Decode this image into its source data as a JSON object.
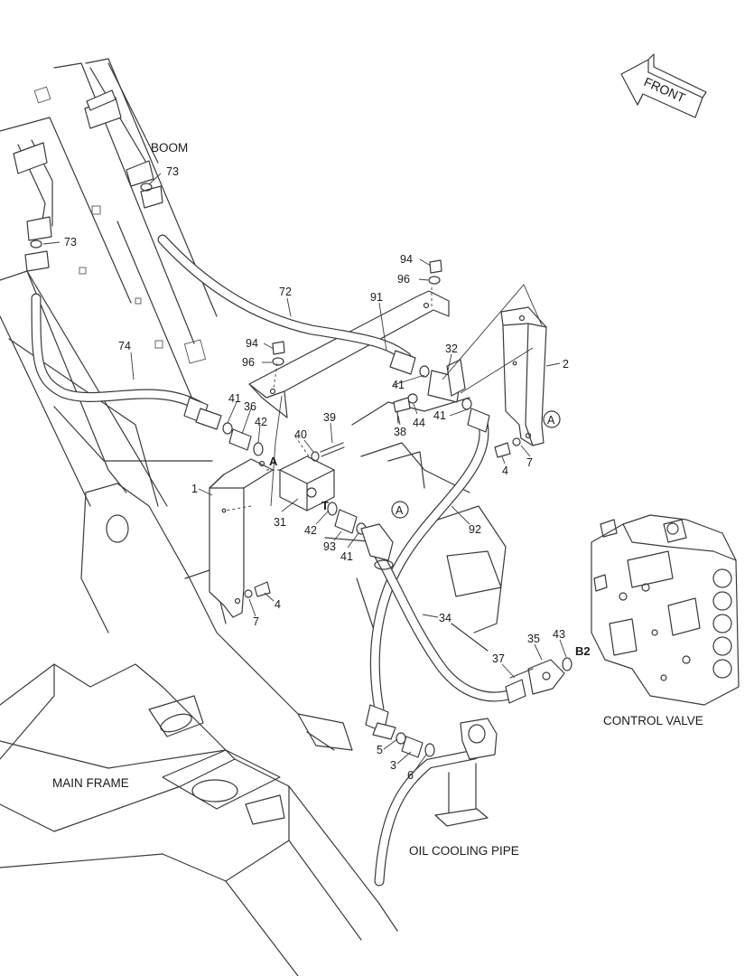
{
  "labels": {
    "boom": "BOOM",
    "main_frame": "MAIN FRAME",
    "control_valve": "CONTROL VALVE",
    "oil_cooling_pipe": "OIL COOLING PIPE",
    "front": "FRONT"
  },
  "port_labels": {
    "a_port": "A",
    "t_port": "T",
    "b2_port": "B2",
    "circle_a": "A"
  },
  "part_numbers": {
    "p73_upper": "73",
    "p73_lower": "73",
    "p74": "74",
    "p72": "72",
    "p91": "91",
    "p94_upper": "94",
    "p96_upper": "96",
    "p94_lower": "94",
    "p96_lower": "96",
    "p32": "32",
    "p41_right": "41",
    "p41_middle": "41",
    "p44": "44",
    "p38": "38",
    "p2": "2",
    "p4_right": "4",
    "p7_right": "7",
    "p41_left": "41",
    "p36": "36",
    "p42_left": "42",
    "p40": "40",
    "p39": "39",
    "p1": "1",
    "p31": "31",
    "p42_mid": "42",
    "p93": "93",
    "p41_low": "41",
    "p92": "92",
    "p4_left": "4",
    "p7_left": "7",
    "p34": "34",
    "p35": "35",
    "p43": "43",
    "p37": "37",
    "p5": "5",
    "p3": "3",
    "p6": "6"
  }
}
